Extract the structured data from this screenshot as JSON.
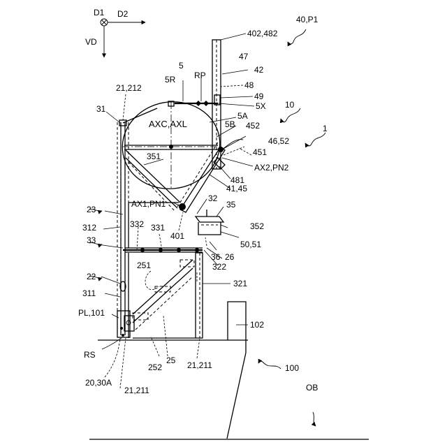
{
  "labels": {
    "d1": "D1",
    "d2": "D2",
    "vd": "VD",
    "ref_40_p1": "40,P1",
    "ref_402_482": "402,482",
    "ref_47": "47",
    "ref_42": "42",
    "ref_48": "48",
    "ref_49": "49",
    "ref_5x": "5X",
    "ref_10": "10",
    "ref_5": "5",
    "ref_5r": "5R",
    "ref_rp": "RP",
    "ref_21_212": "21,212",
    "ref_31": "31",
    "ref_axc_axl": "AXC,AXL",
    "ref_5a": "5A",
    "ref_5b": "5B",
    "ref_452": "452",
    "ref_1": "1",
    "ref_46_52": "46,52",
    "ref_451": "451",
    "ref_351": "351",
    "ref_ax2_pn2": "AX2,PN2",
    "ref_481": "481",
    "ref_41_45": "41,45",
    "ref_32": "32",
    "ref_35": "35",
    "ref_ax1_pn1": "AX1,PN1",
    "ref_23": "23",
    "ref_312": "312",
    "ref_332": "332",
    "ref_331": "331",
    "ref_352": "352",
    "ref_401": "401",
    "ref_50_51": "50,51",
    "ref_33": "33",
    "ref_36": "36",
    "ref_26": "26",
    "ref_322": "322",
    "ref_251": "251",
    "ref_321": "321",
    "ref_22": "22",
    "ref_311": "311",
    "ref_pl_101": "PL,101",
    "ref_102": "102",
    "ref_rs": "RS",
    "ref_252": "252",
    "ref_25": "25",
    "ref_21_211a": "21,211",
    "ref_100": "100",
    "ref_20_30a": "20,30A",
    "ref_21_211b": "21,211",
    "ref_ob": "OB"
  }
}
